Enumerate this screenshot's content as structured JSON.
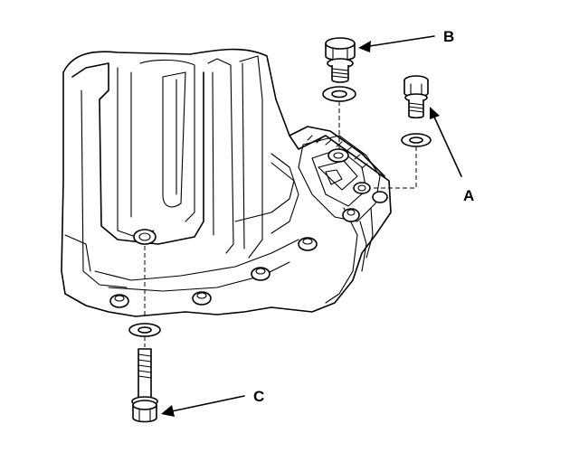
{
  "diagram": {
    "callouts": [
      {
        "id": "B",
        "label": "B",
        "part": "drain-bolt-top"
      },
      {
        "id": "A",
        "label": "A",
        "part": "drain-bolt-side"
      },
      {
        "id": "C",
        "label": "C",
        "part": "drain-bolt-bottom"
      }
    ],
    "colors": {
      "ink": "#000000",
      "paper": "#ffffff"
    }
  }
}
